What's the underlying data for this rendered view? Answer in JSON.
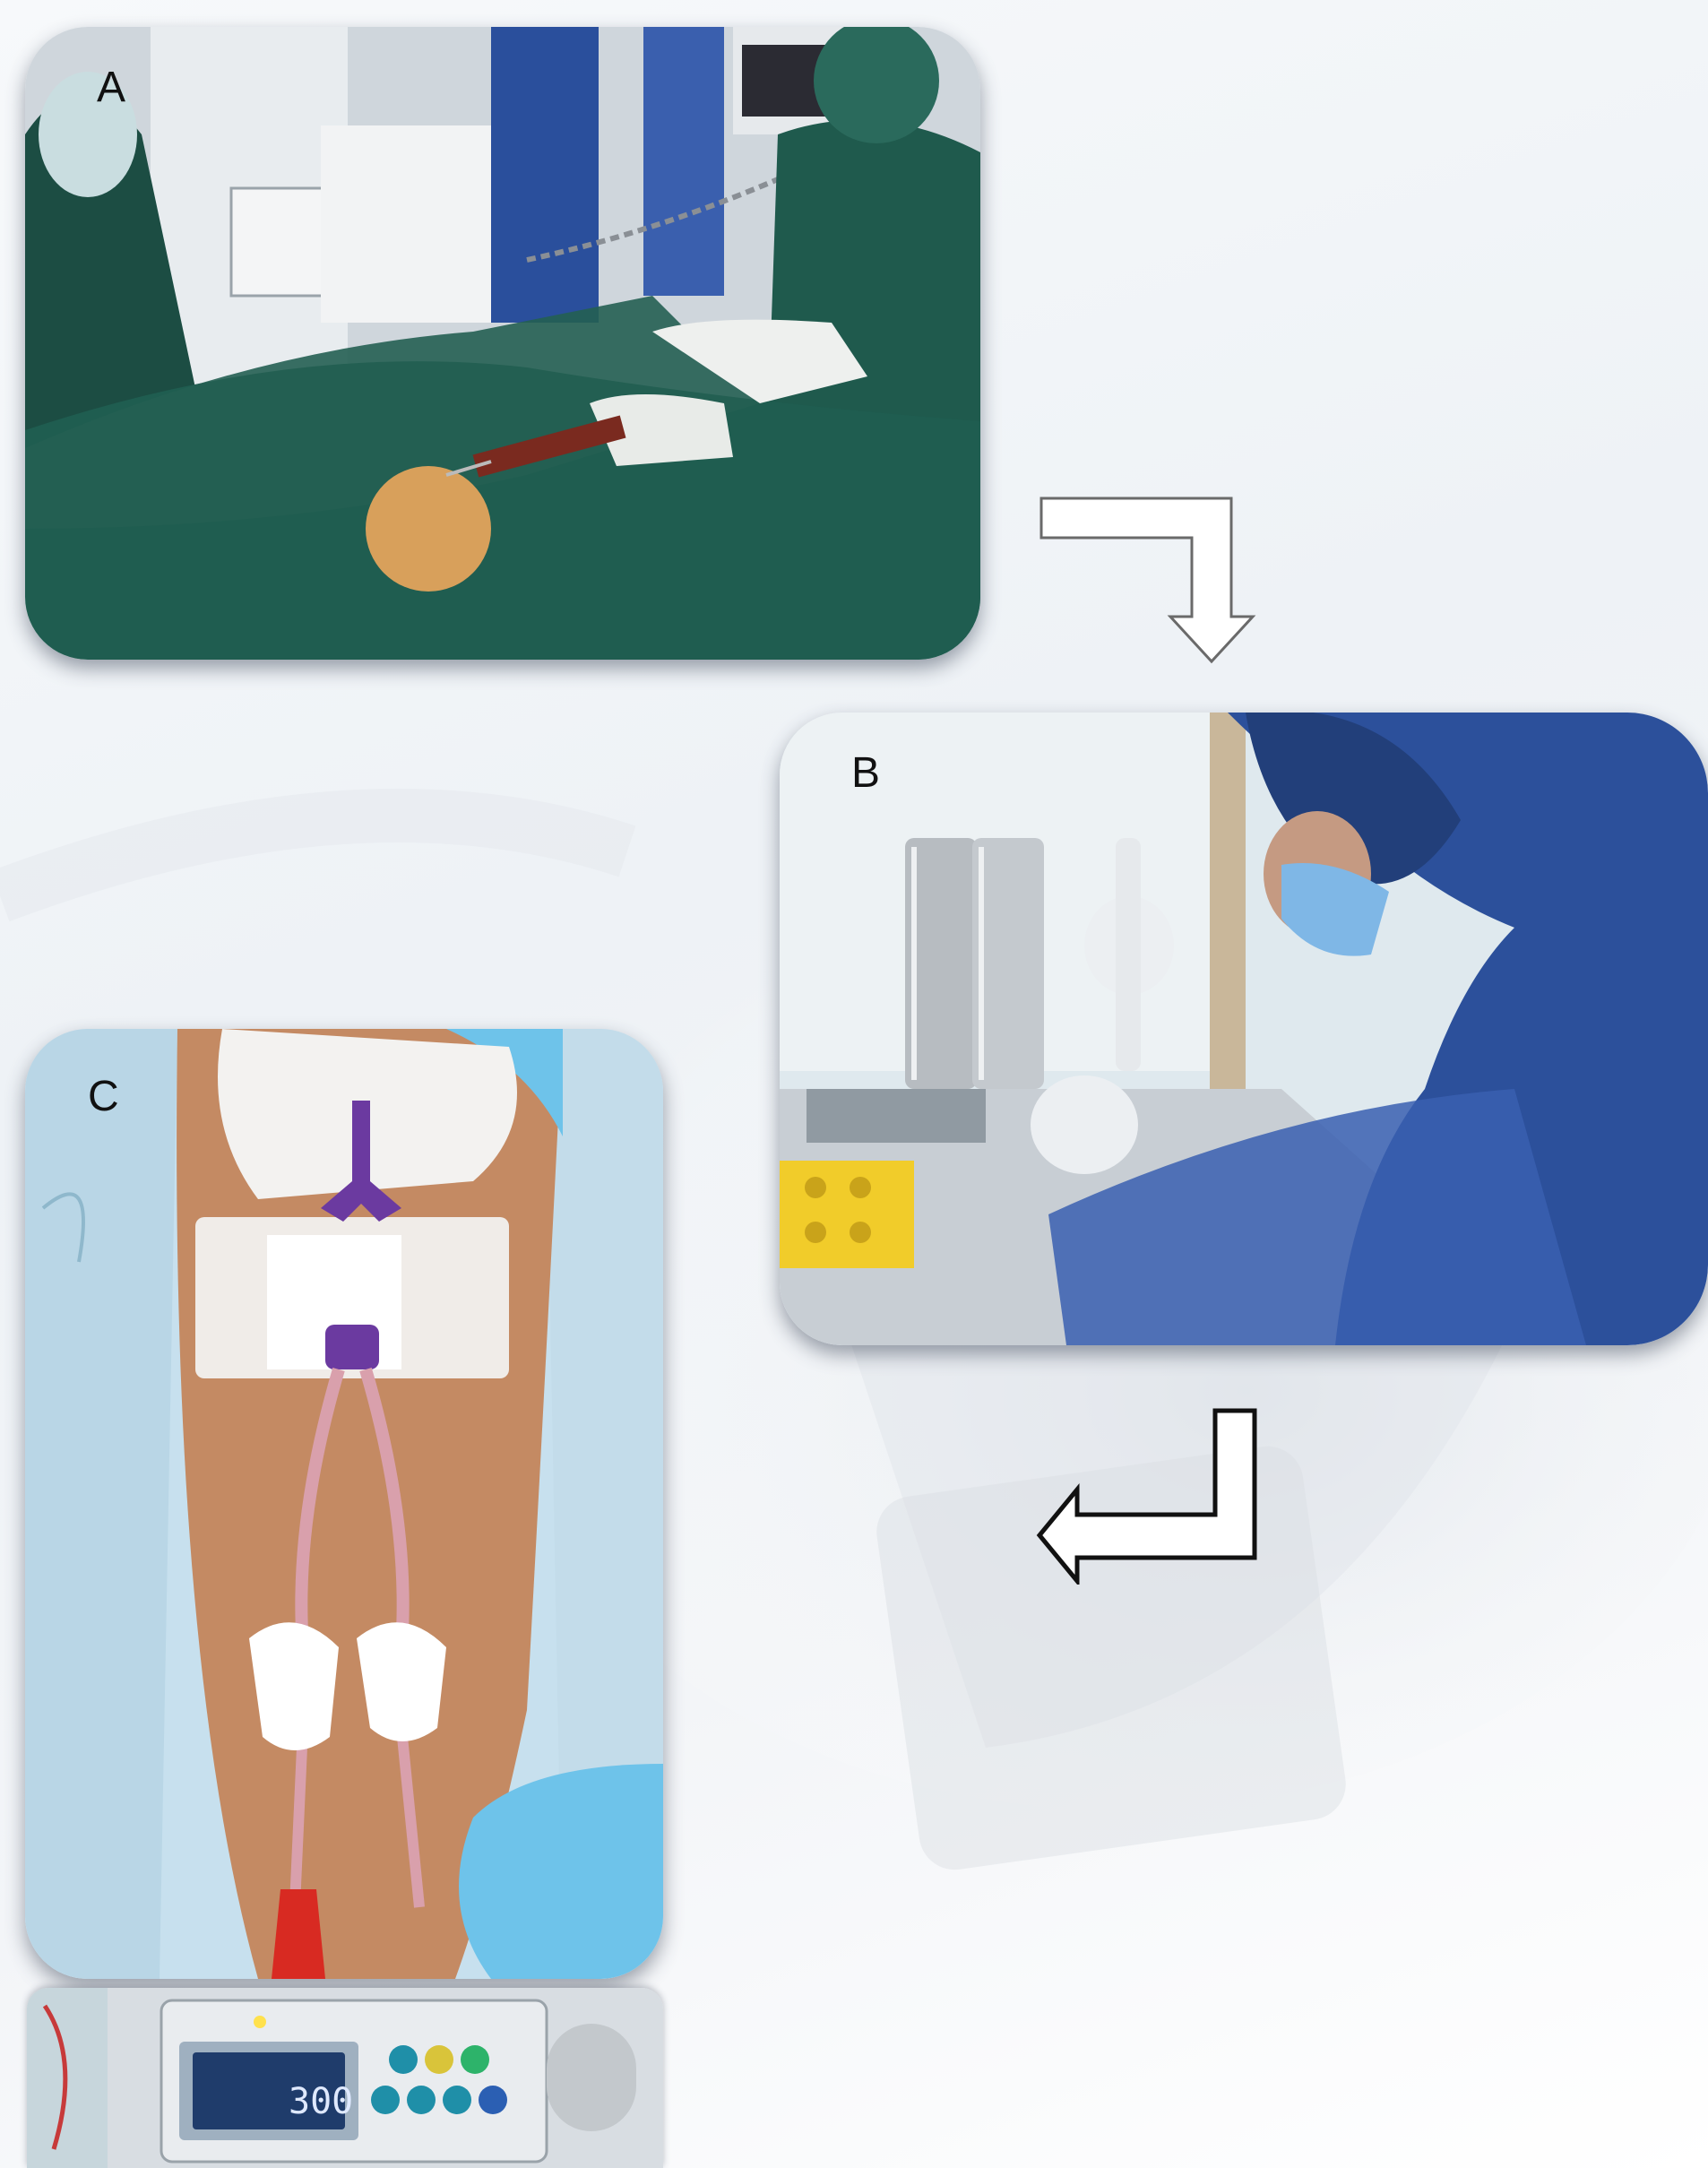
{
  "panels": [
    {
      "id": "A",
      "label": "A",
      "scene": "operating-room-bone-marrow-aspiration"
    },
    {
      "id": "B",
      "label": "B",
      "scene": "laboratory-cell-processing"
    },
    {
      "id": "C",
      "label": "C",
      "scene": "intravenous-infusion-arm"
    }
  ],
  "pump_display": "300",
  "colors": {
    "surgical_green": "#1e5c4e",
    "lab_blue": "#2b4f9a",
    "skin": "#c48a63",
    "catheter_purple": "#6b3aa0",
    "glove_blue": "#6ec3ea"
  }
}
